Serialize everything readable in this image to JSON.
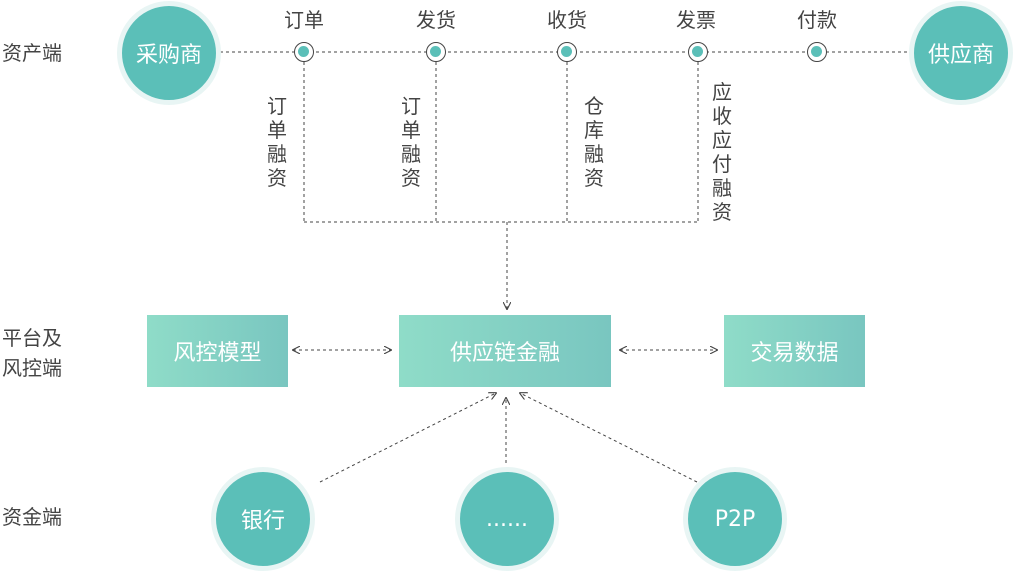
{
  "row_labels": {
    "assets": "资产端",
    "platform_line1": "平台及",
    "platform_line2": "风控端",
    "funding": "资金端"
  },
  "asset_side": {
    "buyer": "采购商",
    "supplier": "供应商",
    "steps": [
      "订单",
      "发货",
      "收货",
      "发票",
      "付款"
    ],
    "financing": [
      "订单融资",
      "订单融资",
      "仓库融资",
      "应收应付融资"
    ]
  },
  "platform": {
    "left": "风控模型",
    "center": "供应链金融",
    "right": "交易数据"
  },
  "funding_side": {
    "items": [
      "银行",
      "......",
      "P2P"
    ]
  },
  "colors": {
    "teal_circle": "#5bbfb8",
    "box_gradient_start": "#8fdcc8",
    "box_gradient_end": "#79c6c0"
  }
}
